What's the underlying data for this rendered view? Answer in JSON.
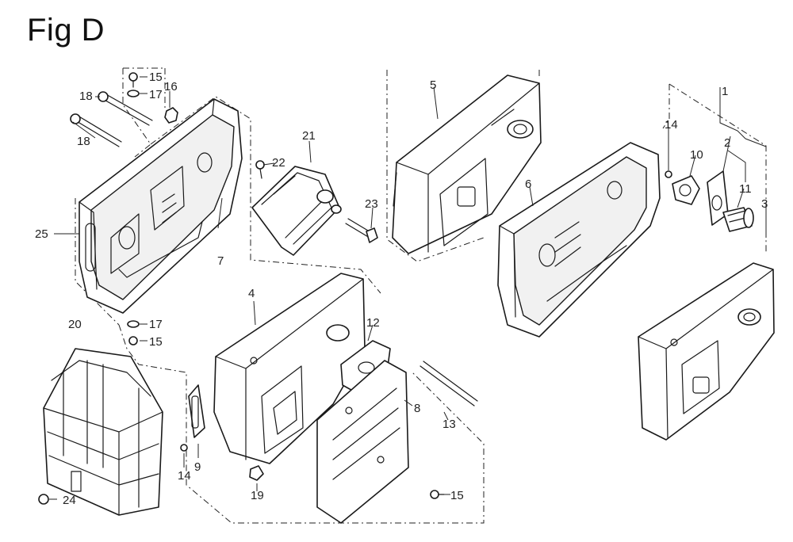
{
  "figure": {
    "title": "Fig D"
  },
  "callouts": [
    {
      "id": "c1",
      "label": "1"
    },
    {
      "id": "c2",
      "label": "2"
    },
    {
      "id": "c3",
      "label": "3"
    },
    {
      "id": "c4",
      "label": "4"
    },
    {
      "id": "c5",
      "label": "5"
    },
    {
      "id": "c6",
      "label": "6"
    },
    {
      "id": "c7",
      "label": "7"
    },
    {
      "id": "c8",
      "label": "8"
    },
    {
      "id": "c9",
      "label": "9"
    },
    {
      "id": "c10",
      "label": "10"
    },
    {
      "id": "c11",
      "label": "11"
    },
    {
      "id": "c12",
      "label": "12"
    },
    {
      "id": "c13",
      "label": "13"
    },
    {
      "id": "c14a",
      "label": "14"
    },
    {
      "id": "c14b",
      "label": "14"
    },
    {
      "id": "c15a",
      "label": "15"
    },
    {
      "id": "c15b",
      "label": "15"
    },
    {
      "id": "c15c",
      "label": "15"
    },
    {
      "id": "c16",
      "label": "16"
    },
    {
      "id": "c17a",
      "label": "17"
    },
    {
      "id": "c17b",
      "label": "17"
    },
    {
      "id": "c18a",
      "label": "18"
    },
    {
      "id": "c18b",
      "label": "18"
    },
    {
      "id": "c19",
      "label": "19"
    },
    {
      "id": "c20",
      "label": "20"
    },
    {
      "id": "c21",
      "label": "21"
    },
    {
      "id": "c22",
      "label": "22"
    },
    {
      "id": "c23",
      "label": "23"
    },
    {
      "id": "c24",
      "label": "24"
    },
    {
      "id": "c25",
      "label": "25"
    }
  ]
}
